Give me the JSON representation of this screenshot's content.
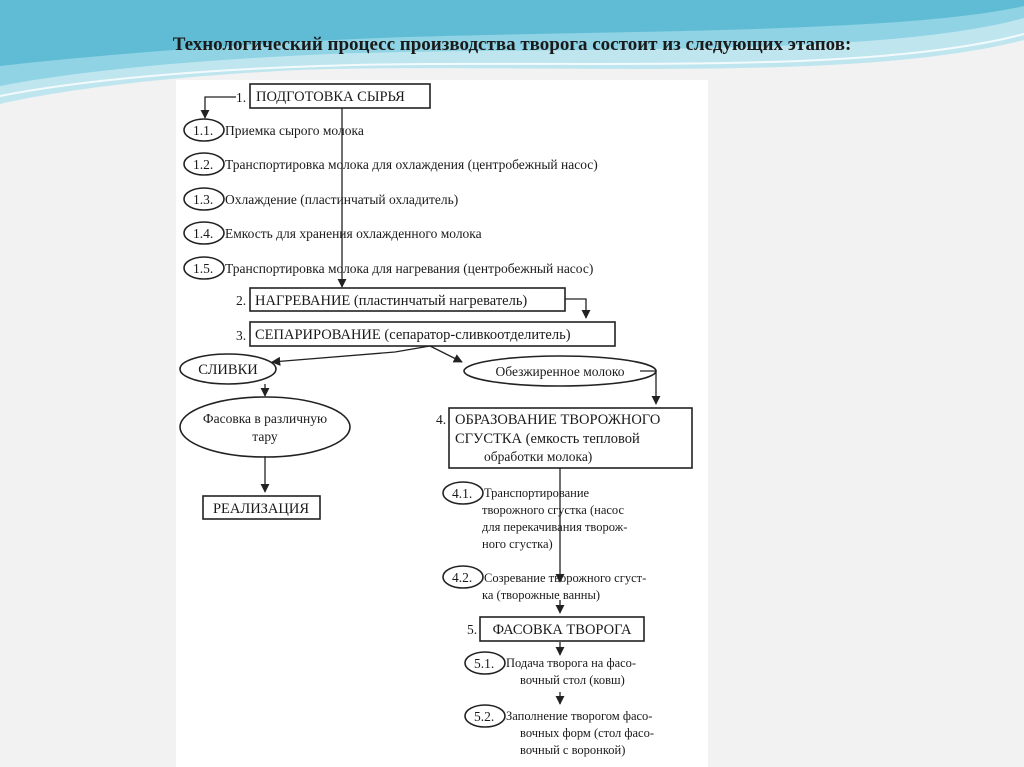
{
  "title": "Технологический процесс производства творога состоит из следующих этапов:",
  "colors": {
    "wave_light": "#bfe6ef",
    "wave_mid": "#7fcce0",
    "wave_dark": "#3aa9c9",
    "ink": "#222222"
  },
  "steps": {
    "s1": {
      "num": "1.",
      "label": "ПОДГОТОВКА СЫРЬЯ"
    },
    "s11": {
      "num": "1.1.",
      "label": "Приемка сырого молока"
    },
    "s12": {
      "num": "1.2.",
      "label": "Транспортировка молока для охлаждения (центробежный насос)"
    },
    "s13": {
      "num": "1.3.",
      "label": "Охлаждение (пластинчатый охладитель)"
    },
    "s14": {
      "num": "1.4.",
      "label": "Емкость для хранения охлажденного молока"
    },
    "s15": {
      "num": "1.5.",
      "label": "Транспортировка молока для нагревания (центробежный насос)"
    },
    "s2": {
      "num": "2.",
      "label": "НАГРЕВАНИЕ (пластинчатый нагреватель)"
    },
    "s3": {
      "num": "3.",
      "label": "СЕПАРИРОВАНИЕ (сепаратор-сливкоотделитель)"
    },
    "cream": "СЛИВКИ",
    "skim": "Обезжиренное молоко",
    "packing": {
      "line1": "Фасовка в различную",
      "line2": "тару"
    },
    "sale": "РЕАЛИЗАЦИЯ",
    "s4": {
      "num": "4.",
      "line1": "ОБРАЗОВАНИЕ ТВОРОЖНОГО",
      "line2": "СГУСТКА (емкость тепловой",
      "line3": "обработки молока)"
    },
    "s41": {
      "num": "4.1.",
      "line1": "Транспортирование",
      "line2": "творожного сгустка (насос",
      "line3": "для перекачивания творож-",
      "line4": "ного сгустка)"
    },
    "s42": {
      "num": "4.2.",
      "line1": "Созревание творожного сгуст-",
      "line2": "ка (творожные ванны)"
    },
    "s5": {
      "num": "5.",
      "label": "ФАСОВКА ТВОРОГА"
    },
    "s51": {
      "num": "5.1.",
      "line1": "Подача творога на фасо-",
      "line2": "вочный стол (ковш)"
    },
    "s52": {
      "num": "5.2.",
      "line1": "Заполнение творогом фасо-",
      "line2": "вочных форм (стол фасо-",
      "line3": "вочный с воронкой)"
    }
  }
}
